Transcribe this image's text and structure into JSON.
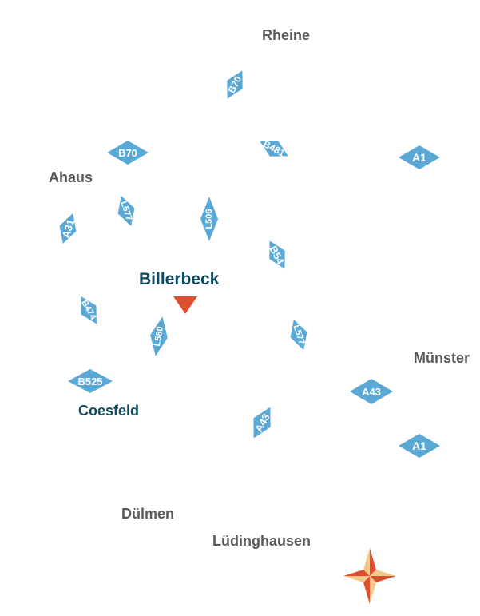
{
  "colors": {
    "road_shield": "#5aa8d6",
    "city_text": "#5a5a5a",
    "highlight_city": "#0f4a5e",
    "marker": "#de4f2f",
    "compass_light": "#f6c98a",
    "compass_dark": "#de4f2f"
  },
  "cities": {
    "rheine": "Rheine",
    "ahaus": "Ahaus",
    "billerbeck": "Billerbeck",
    "coesfeld": "Coesfeld",
    "muenster": "Münster",
    "duelmen": "Dülmen",
    "luedinghausen": "Lüdinghausen"
  },
  "roads": {
    "b70_north": "B70",
    "b481": "B481",
    "a1_north": "A1",
    "b70_west": "B70",
    "a31": "A31",
    "l577_west": "L577",
    "l506": "L506",
    "b54": "B54",
    "b474": "B474",
    "l580": "L580",
    "l577_east": "L577",
    "b525": "B525",
    "a43_east": "A43",
    "a43_south": "A43",
    "a1_south": "A1"
  },
  "icons": {
    "location_marker": "location-marker-icon",
    "compass": "compass-icon"
  }
}
